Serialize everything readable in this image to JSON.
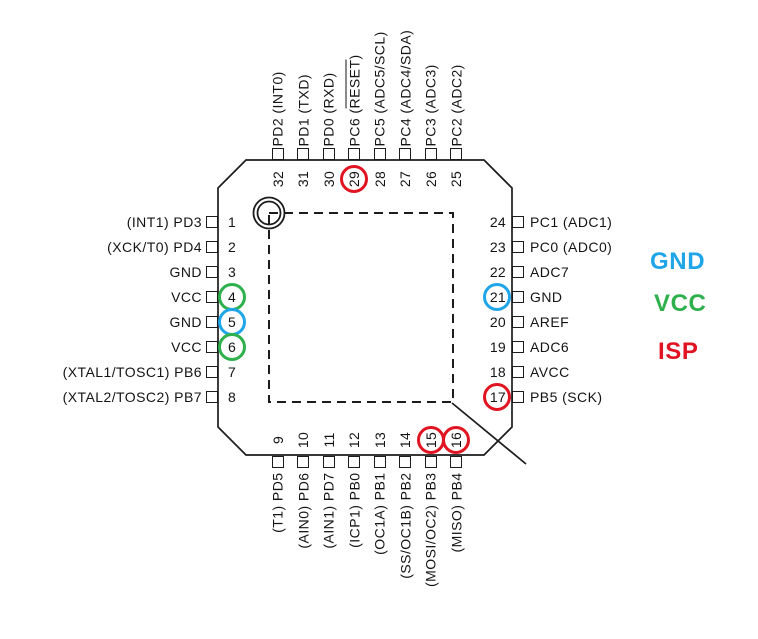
{
  "colors": {
    "blue": "#1FA5E8",
    "green": "#2EB04C",
    "red": "#E11422",
    "line": "#1c1c1c"
  },
  "legend": {
    "items": [
      {
        "label": "GND",
        "color": "#1FA5E8"
      },
      {
        "label": "VCC",
        "color": "#2EB04C"
      },
      {
        "label": "ISP",
        "color": "#E11422"
      }
    ]
  },
  "chip": {
    "top": [
      {
        "num": "32",
        "label": "PD2 (INT0)",
        "circle": null
      },
      {
        "num": "31",
        "label": "PD1 (TXD)",
        "circle": null
      },
      {
        "num": "30",
        "label": "PD0 (RXD)",
        "circle": null
      },
      {
        "num": "29",
        "label": "PC6 (RESET)",
        "overline": "RESET",
        "circle": "red"
      },
      {
        "num": "28",
        "label": "PC5 (ADC5/SCL)",
        "circle": null
      },
      {
        "num": "27",
        "label": "PC4 (ADC4/SDA)",
        "circle": null
      },
      {
        "num": "26",
        "label": "PC3 (ADC3)",
        "circle": null
      },
      {
        "num": "25",
        "label": "PC2 (ADC2)",
        "circle": null
      }
    ],
    "left": [
      {
        "num": "1",
        "label": "(INT1) PD3",
        "circle": null
      },
      {
        "num": "2",
        "label": "(XCK/T0) PD4",
        "circle": null
      },
      {
        "num": "3",
        "label": "GND",
        "circle": null
      },
      {
        "num": "4",
        "label": "VCC",
        "circle": "green"
      },
      {
        "num": "5",
        "label": "GND",
        "circle": "blue"
      },
      {
        "num": "6",
        "label": "VCC",
        "circle": "green"
      },
      {
        "num": "7",
        "label": "(XTAL1/TOSC1) PB6",
        "circle": null
      },
      {
        "num": "8",
        "label": "(XTAL2/TOSC2) PB7",
        "circle": null
      }
    ],
    "right": [
      {
        "num": "24",
        "label": "PC1 (ADC1)",
        "circle": null
      },
      {
        "num": "23",
        "label": "PC0 (ADC0)",
        "circle": null
      },
      {
        "num": "22",
        "label": "ADC7",
        "circle": null
      },
      {
        "num": "21",
        "label": "GND",
        "circle": "blue"
      },
      {
        "num": "20",
        "label": "AREF",
        "circle": null
      },
      {
        "num": "19",
        "label": "ADC6",
        "circle": null
      },
      {
        "num": "18",
        "label": "AVCC",
        "circle": null
      },
      {
        "num": "17",
        "label": "PB5 (SCK)",
        "circle": "red"
      }
    ],
    "bottom": [
      {
        "num": "9",
        "label": "(T1) PD5",
        "circle": null
      },
      {
        "num": "10",
        "label": "(AIN0) PD6",
        "circle": null
      },
      {
        "num": "11",
        "label": "(AIN1) PD7",
        "circle": null
      },
      {
        "num": "12",
        "label": "(ICP1) PB0",
        "circle": null
      },
      {
        "num": "13",
        "label": "(OC1A) PB1",
        "circle": null
      },
      {
        "num": "14",
        "label": "(SS/OC1B) PB2",
        "circle": null
      },
      {
        "num": "15",
        "label": "(MOSI/OC2) PB3",
        "circle": "red"
      },
      {
        "num": "16",
        "label": "(MISO) PB4",
        "circle": "red"
      }
    ]
  }
}
